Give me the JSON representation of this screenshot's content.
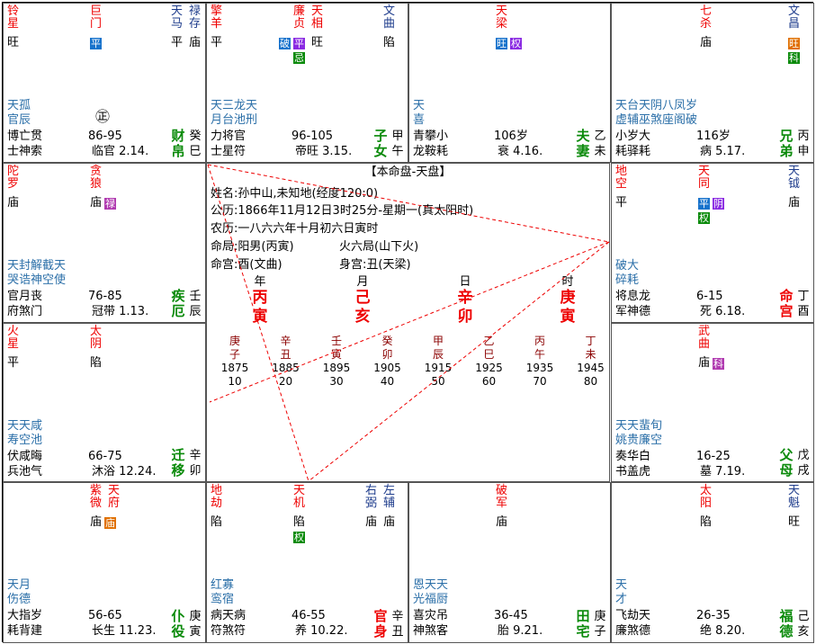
{
  "center": {
    "header": "【本命盘-天盘】",
    "name_line": "姓名:孙中山,未知地(经度120:0)",
    "solar_line": "公历:1866年11月12日3时25分-星期一(真太阳时)",
    "lunar_line": "农历:一八六六年十月初六日寅时",
    "ju_line1": "命局:阳男(丙寅)",
    "ju_line2": "火六局(山下火)",
    "gong_line1": "命宫:酉(文曲)",
    "gong_line2": "身宫:丑(天梁)",
    "pillars": [
      {
        "label": "年",
        "stem": "丙",
        "branch": "寅"
      },
      {
        "label": "月",
        "stem": "己",
        "branch": "亥"
      },
      {
        "label": "日",
        "stem": "辛",
        "branch": "卯"
      },
      {
        "label": "时",
        "stem": "庚",
        "branch": "寅"
      }
    ],
    "dayun": [
      {
        "stem": "庚",
        "branch": "子",
        "year": "1875",
        "age": "10"
      },
      {
        "stem": "辛",
        "branch": "丑",
        "year": "1885",
        "age": "20"
      },
      {
        "stem": "壬",
        "branch": "寅",
        "year": "1895",
        "age": "30"
      },
      {
        "stem": "癸",
        "branch": "卯",
        "year": "1905",
        "age": "40"
      },
      {
        "stem": "甲",
        "branch": "辰",
        "year": "1915",
        "age": "50"
      },
      {
        "stem": "乙",
        "branch": "巳",
        "year": "1925",
        "age": "60"
      },
      {
        "stem": "丙",
        "branch": "午",
        "year": "1935",
        "age": "70"
      },
      {
        "stem": "丁",
        "branch": "未",
        "year": "1945",
        "age": "80"
      }
    ]
  },
  "cells": {
    "si": {
      "stars": [
        {
          "t": "铃星",
          "c": "rd"
        },
        {
          "t": "巨门",
          "c": "rd"
        },
        {
          "t": "天马",
          "c": "bl"
        },
        {
          "t": "禄存",
          "c": "bl"
        }
      ],
      "bright": [
        "旺",
        "",
        "平",
        "庙"
      ],
      "tags": [
        {
          "t": "平",
          "cls": "t-blue"
        }
      ],
      "minor": "天孤\n官辰",
      "symbol": "㊣",
      "g1": [
        "博亡贯",
        "士神索"
      ],
      "range": "86-95",
      "life": "临官 2.14.",
      "palace": "财帛",
      "gz": "癸巳"
    },
    "wu": {
      "stars": [
        {
          "t": "擎羊",
          "c": "rd"
        },
        {
          "t": "廉贞",
          "c": "rd"
        },
        {
          "t": "天相",
          "c": "rd"
        },
        {
          "t": "文曲",
          "c": "bl"
        }
      ],
      "bright": [
        "平",
        "",
        "旺",
        "陷"
      ],
      "tags": [
        {
          "t": "破",
          "cls": "t-blue"
        },
        {
          "t": "平",
          "cls": "t-purple"
        },
        {
          "t": "忌",
          "cls": "t-green"
        }
      ],
      "minor": "天三龙天\n月台池刑",
      "g1": [
        "力将官",
        "士星符"
      ],
      "range": "96-105",
      "life": "帝旺 3.15.",
      "palace": "子女",
      "gz": "甲午"
    },
    "wei": {
      "stars": [
        {
          "t": "天梁",
          "c": "rd"
        }
      ],
      "bright": [
        ""
      ],
      "tags": [
        {
          "t": "旺",
          "cls": "t-blue"
        },
        {
          "t": "权",
          "cls": "t-purple"
        }
      ],
      "minor": "天\n喜",
      "g1": [
        "青攀小",
        "龙鞍耗"
      ],
      "range": "106岁",
      "life": "衰 4.16.",
      "palace": "夫妻",
      "gz": "乙未"
    },
    "shen": {
      "stars": [
        {
          "t": "七杀",
          "c": "rd"
        },
        {
          "t": "文昌",
          "c": "bl"
        }
      ],
      "bright": [
        "庙",
        ""
      ],
      "tags": [
        {
          "t": "旺",
          "cls": "t-orange"
        },
        {
          "t": "科",
          "cls": "t-green"
        }
      ],
      "minor": "天台天阴八凤岁\n虚辅巫煞座阁破",
      "g1": [
        "小岁大",
        "耗驿耗"
      ],
      "range": "116岁",
      "life": "病 5.17.",
      "palace": "兄弟",
      "gz": "丙申"
    },
    "chen": {
      "stars": [
        {
          "t": "陀罗",
          "c": "rd"
        },
        {
          "t": "贪狼",
          "c": "rd"
        }
      ],
      "bright": [
        "庙",
        "庙"
      ],
      "tags": [
        {
          "t": "禄",
          "cls": "t-magenta"
        }
      ],
      "minor": "天封解截天\n哭诰神空使",
      "g1": [
        "官月丧",
        "府煞门"
      ],
      "range": "76-85",
      "life": "冠带 1.13.",
      "palace": "疾厄",
      "gz": "壬辰"
    },
    "you": {
      "stars": [
        {
          "t": "地空",
          "c": "rd"
        },
        {
          "t": "天同",
          "c": "rd"
        },
        {
          "t": "天钺",
          "c": "bl"
        }
      ],
      "bright": [
        "平",
        "",
        "庙"
      ],
      "tags": [
        {
          "t": "平",
          "cls": "t-blue"
        },
        {
          "t": "阴",
          "cls": "t-purple"
        },
        {
          "t": "权",
          "cls": "t-green"
        }
      ],
      "minor": "破大\n碎耗",
      "g1": [
        "将息龙",
        "军神德"
      ],
      "range": "6-15",
      "life": "死 6.18.",
      "palace": "命宫",
      "gz": "丁酉"
    },
    "mao": {
      "stars": [
        {
          "t": "火星",
          "c": "rd"
        },
        {
          "t": "太阴",
          "c": "rd"
        }
      ],
      "bright": [
        "平",
        "陷"
      ],
      "tags": [],
      "minor": "天天咸\n寿空池",
      "g1": [
        "伏咸晦",
        "兵池气"
      ],
      "range": "66-75",
      "life": "沐浴 12.24.",
      "palace": "迁移",
      "gz": "辛卯"
    },
    "xu": {
      "stars": [
        {
          "t": "武曲",
          "c": "rd"
        }
      ],
      "bright": [
        "庙"
      ],
      "tags": [
        {
          "t": "科",
          "cls": "t-magenta"
        }
      ],
      "minor": "天天蜚旬\n姚贵廉空",
      "g1": [
        "奏华白",
        "书盖虎"
      ],
      "range": "16-25",
      "life": "墓 7.19.",
      "palace": "父母",
      "gz": "戊戌"
    },
    "yin": {
      "stars": [
        {
          "t": "紫微",
          "c": "rd"
        },
        {
          "t": "天府",
          "c": "rd"
        }
      ],
      "bright": [
        "庙"
      ],
      "tags": [
        {
          "t": "庙",
          "cls": "t-orange"
        }
      ],
      "minor": "天月\n伤德",
      "g1": [
        "大指岁",
        "耗背建"
      ],
      "range": "56-65",
      "life": "长生 11.23.",
      "palace": "仆役",
      "gz": "庚寅"
    },
    "chou": {
      "stars": [
        {
          "t": "地劫",
          "c": "rd"
        },
        {
          "t": "天机",
          "c": "rd"
        },
        {
          "t": "右弼",
          "c": "bl"
        },
        {
          "t": "左辅",
          "c": "bl"
        }
      ],
      "bright": [
        "陷",
        "陷",
        "庙",
        "庙"
      ],
      "tags": [
        {
          "t": "权",
          "cls": "t-green"
        }
      ],
      "minor": "红寡\n鸾宿",
      "g1": [
        "病天病",
        "符煞符"
      ],
      "range": "46-55",
      "life": "养 10.22.",
      "palace": "官身",
      "gz": "辛丑"
    },
    "zi": {
      "stars": [
        {
          "t": "破军",
          "c": "rd"
        }
      ],
      "bright": [
        "庙"
      ],
      "tags": [],
      "minor": "恩天天\n光福厨",
      "g1": [
        "喜灾吊",
        "神煞客"
      ],
      "range": "36-45",
      "life": "胎 9.21.",
      "palace": "田宅",
      "gz": "庚子"
    },
    "hai": {
      "stars": [
        {
          "t": "太阳",
          "c": "rd"
        },
        {
          "t": "天魁",
          "c": "bl"
        }
      ],
      "bright": [
        "陷",
        "旺"
      ],
      "tags": [],
      "minor": "天\n才",
      "g1": [
        "飞劫天",
        "廉煞德"
      ],
      "range": "26-35",
      "life": "绝 8.20.",
      "palace": "福德",
      "gz": "己亥"
    }
  }
}
